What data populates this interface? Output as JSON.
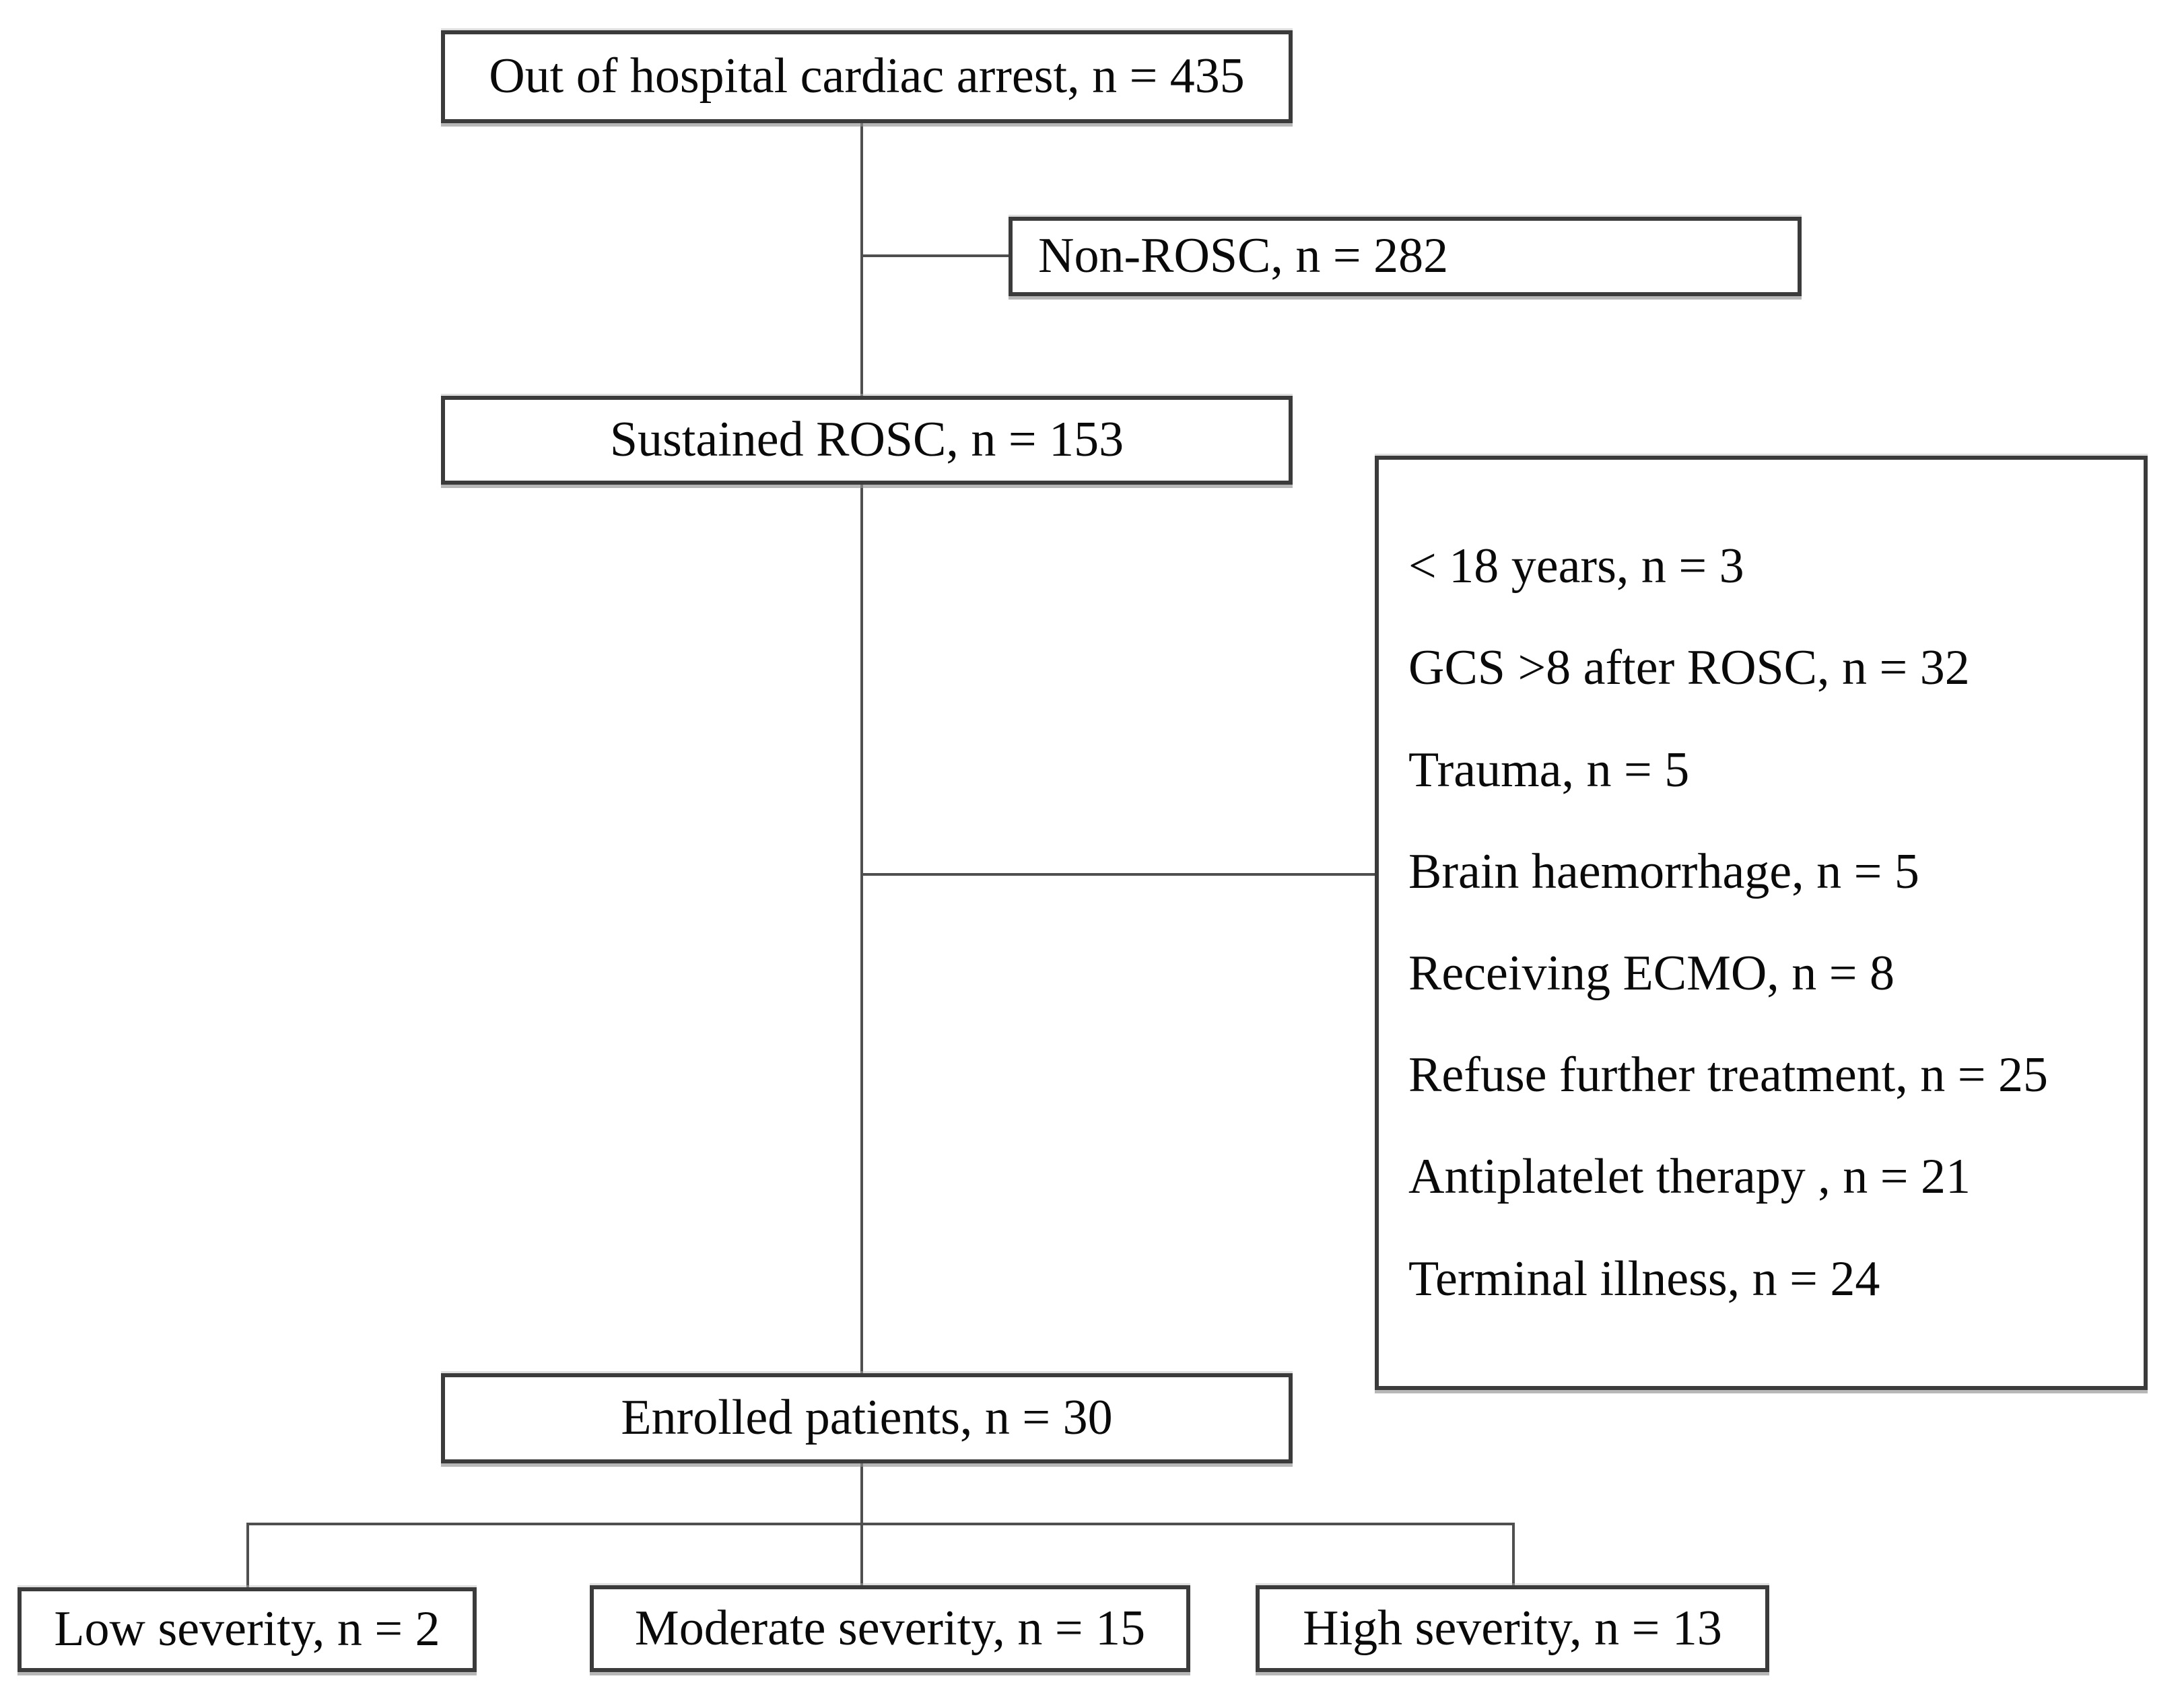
{
  "diagram": {
    "type": "flowchart",
    "nodes": {
      "ohca": {
        "label": "Out of hospital cardiac arrest, n = 435"
      },
      "non_rosc": {
        "label": "Non-ROSC, n = 282"
      },
      "sustained_rosc": {
        "label": "Sustained ROSC, n = 153"
      },
      "exclusions": {
        "items": [
          "< 18 years, n = 3",
          "GCS >8 after ROSC, n = 32",
          "Trauma, n = 5",
          "Brain haemorrhage, n = 5",
          "Receiving ECMO, n = 8",
          "Refuse further treatment, n = 25",
          "Antiplatelet therapy , n = 21",
          "Terminal illness, n = 24"
        ]
      },
      "enrolled": {
        "label": "Enrolled patients, n = 30"
      },
      "low_severity": {
        "label": "Low severity, n = 2"
      },
      "moderate_severity": {
        "label": "Moderate severity, n = 15"
      },
      "high_severity": {
        "label": "High severity, n = 13"
      }
    },
    "colors": {
      "background": "#ffffff",
      "box_border": "#3b3b3b",
      "connector_line": "#4f4f4f",
      "text": "#0a0a0a"
    }
  }
}
